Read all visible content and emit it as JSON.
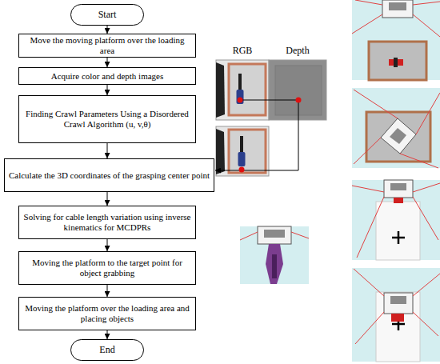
{
  "diagram": {
    "nodes": [
      {
        "text": [
          "Start"
        ]
      },
      {
        "text": [
          "Move the moving platform over the loading area"
        ]
      },
      {
        "text": [
          "Acquire color and depth images"
        ]
      },
      {
        "text": [
          "Finding Crawl Parameters Using a Disordered Crawl Algorithm (u, v,θ)"
        ]
      },
      {
        "text": [
          "Calculate the 3D coordinates of the grasping center point"
        ]
      },
      {
        "text": [
          "Solving for cable length variation using inverse kinematics for MCDPRs"
        ]
      },
      {
        "text": [
          "Moving the platform to the target point for object grabbing"
        ]
      },
      {
        "text": [
          "Moving the platform over the loading area and placing objects"
        ]
      },
      {
        "text": [
          "End"
        ]
      }
    ],
    "edges": [
      {
        "from": 0,
        "to": 1,
        "arrow": "to"
      },
      {
        "from": 1,
        "to": 2,
        "arrow": "to"
      },
      {
        "from": 2,
        "to": 3,
        "arrow": "to"
      },
      {
        "from": 3,
        "to": 4,
        "arrow": "to"
      },
      {
        "from": 4,
        "to": 5,
        "arrow": "to"
      },
      {
        "from": 5,
        "to": 6,
        "arrow": "to"
      },
      {
        "from": 6,
        "to": 7,
        "arrow": "to"
      },
      {
        "from": 7,
        "to": 8,
        "arrow": "to"
      }
    ],
    "labels": [
      "RGB",
      "Depth"
    ]
  }
}
